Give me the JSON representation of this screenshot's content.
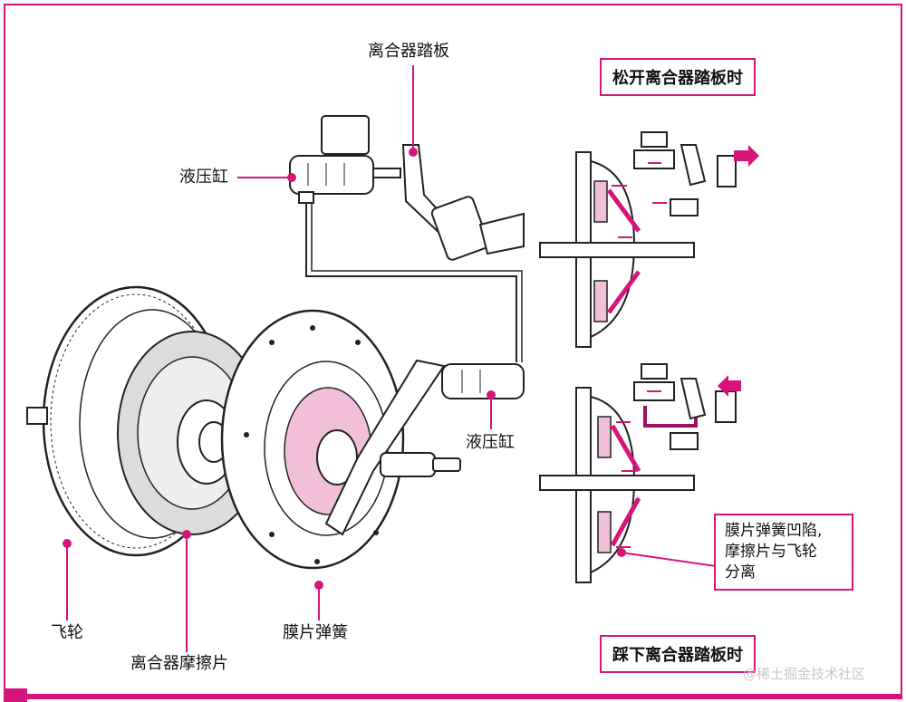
{
  "labels": {
    "pedal": "离合器踏板",
    "master_cylinder": "液压缸",
    "slave_cylinder": "液压缸",
    "flywheel": "飞轮",
    "clutch_disc": "离合器摩擦片",
    "diaphragm_spring": "膜片弹簧"
  },
  "boxes": {
    "released": "松开离合器踏板时",
    "pressed": "踩下离合器踏板时",
    "note_lines": [
      "膜片弹簧凹陷,",
      "摩擦片与飞轮",
      "分离"
    ]
  },
  "watermark": "@稀土掘金技术社区",
  "colors": {
    "accent": "#d6157a",
    "pink_fill": "#f2bfd9",
    "line": "#222222"
  }
}
